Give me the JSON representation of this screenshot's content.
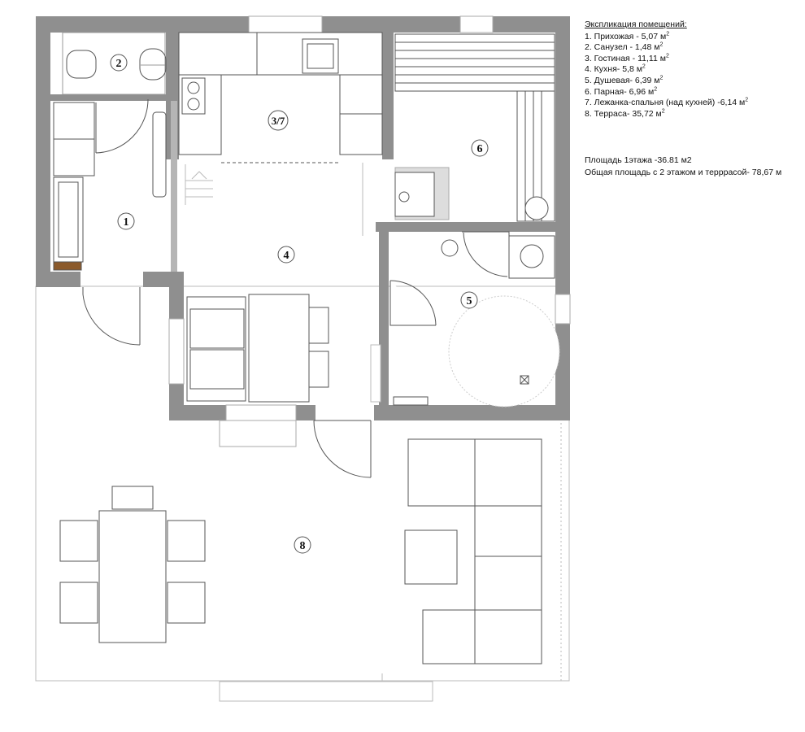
{
  "explication": {
    "title": "Экспликация помещений:",
    "items": [
      {
        "text": "1. Прихожая - 5,07 м",
        "sup": "2"
      },
      {
        "text": "2. Санузел - 1,48 м",
        "sup": "2"
      },
      {
        "text": "3. Гостиная - 11,11 м",
        "sup": "2"
      },
      {
        "text": "4. Кухня- 5,8 м",
        "sup": "2"
      },
      {
        "text": "5. Душевая- 6,39 м",
        "sup": "2"
      },
      {
        "text": "6. Парная- 6,96 м",
        "sup": "2"
      },
      {
        "text": "7. Лежанка-спальня (над кухней) -6,14 м",
        "sup": "2"
      },
      {
        "text": "8. Терраса- 35,72 м",
        "sup": "2"
      }
    ]
  },
  "summary": {
    "first_floor": "Площадь 1этажа  -36.81 м2",
    "total": "Общая площадь с 2 этажом  и терррасой- 78,67 м"
  },
  "room_labels": {
    "r1": "1",
    "r2": "2",
    "r3": "3/7",
    "r4": "4",
    "r5": "5",
    "r6": "6",
    "r8": "8"
  },
  "colors": {
    "wall": "#8f8f8f",
    "line": "#555555",
    "light": "#bdbdbd",
    "text": "#111111"
  }
}
